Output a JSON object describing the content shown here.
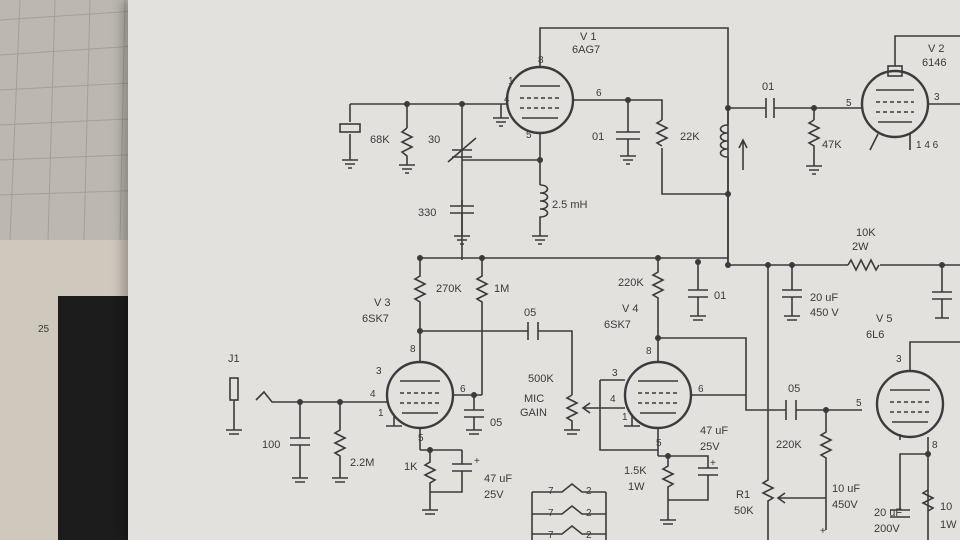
{
  "page_number": "25",
  "tubes": {
    "v1": {
      "ref": "V 1",
      "type": "6AG7"
    },
    "v2": {
      "ref": "V 2",
      "type": "6146"
    },
    "v3": {
      "ref": "V 3",
      "type": "6SK7"
    },
    "v4": {
      "ref": "V 4",
      "type": "6SK7"
    },
    "v5": {
      "ref": "V 5",
      "type": "6L6"
    }
  },
  "pins": {
    "v1_p1": "1",
    "v1_p4": "4",
    "v1_p5": "5",
    "v1_p6": "6",
    "v1_p8": "8",
    "v2_p5": "5",
    "v2_p3": "3",
    "v2_p146": "1 4 6",
    "v3_p3": "3",
    "v3_p4": "4",
    "v3_p1": "1",
    "v3_p5": "5",
    "v3_p6": "6",
    "v3_p8": "8",
    "v4_p3": "3",
    "v4_p4": "4",
    "v4_p1": "1",
    "v4_p5": "5",
    "v4_p6": "6",
    "v4_p8": "8",
    "v5_p3": "3",
    "v5_p5": "5",
    "v5_p8": "8"
  },
  "components": {
    "r_68k": "68K",
    "c_30": "30",
    "c_330": "330",
    "l_25mh": "2.5 mH",
    "c_01_v1": "01",
    "r_22k": "22K",
    "c_01_coupling": "01",
    "r_47k": "47K",
    "r_10k": "10K",
    "r_10k_power": "2W",
    "c_20uf": "20 uF",
    "c_20uf_voltage": "450 V",
    "r_270k": "270K",
    "r_1m": "1M",
    "c_05_v3": "05",
    "c_05_grid": "05",
    "r_220k_v4": "220K",
    "c_01_v4": "01",
    "mic_gain_value": "500K",
    "mic_gain_label_1": "MIC",
    "mic_gain_label_2": "GAIN",
    "c_47uf_v4": "47 uF",
    "c_47uf_v4_voltage": "25V",
    "r_15k": "1.5K",
    "r_15k_power": "1W",
    "c_05_v5": "05",
    "r_220k_v5": "220K",
    "r1_ref": "R1",
    "r1_value": "50K",
    "c_10uf": "10 uF",
    "c_10uf_voltage": "450V",
    "c_20uf_v5": "20 uF",
    "c_20uf_v5_voltage": "200V",
    "r_10_bottom": "10",
    "r_1w_bottom": "1W",
    "jack": "J1",
    "c_100": "100",
    "r_22m": "2.2M",
    "r_1k": "1K",
    "c_47uf_v3": "47 uF",
    "c_47uf_v3_voltage": "25V",
    "sw_7a": "7",
    "sw_2a": "2",
    "sw_7b": "7",
    "sw_2b": "2",
    "sw_7c": "7",
    "sw_2c": "2"
  }
}
